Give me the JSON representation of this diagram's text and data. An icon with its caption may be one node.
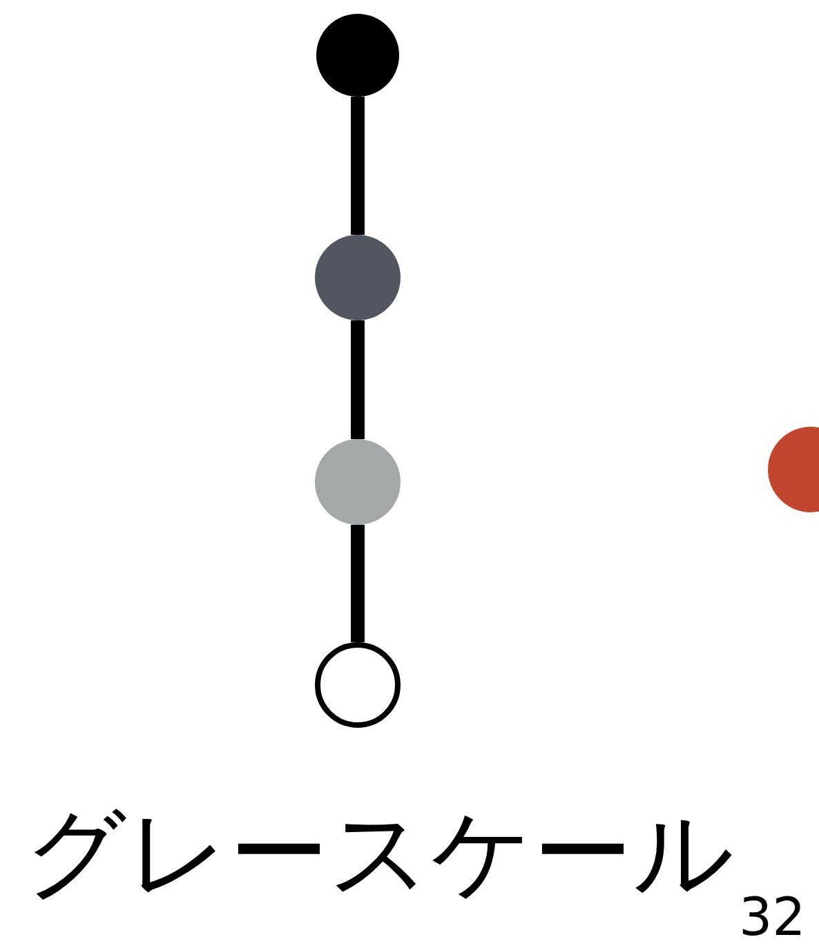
{
  "diagram": {
    "caption": "グレースケール",
    "nodes": [
      {
        "text": [],
        "shape": "circle"
      },
      {
        "text": [],
        "shape": "circle"
      },
      {
        "text": [],
        "shape": "circle"
      },
      {
        "text": [],
        "shape": "circle"
      },
      {
        "text": [],
        "shape": "circle"
      }
    ],
    "edges": [
      {
        "from": 0,
        "to": 1,
        "arrow": "none"
      },
      {
        "from": 1,
        "to": 2,
        "arrow": "none"
      },
      {
        "from": 2,
        "to": 3,
        "arrow": "none"
      }
    ],
    "labels": [
      "32"
    ]
  }
}
